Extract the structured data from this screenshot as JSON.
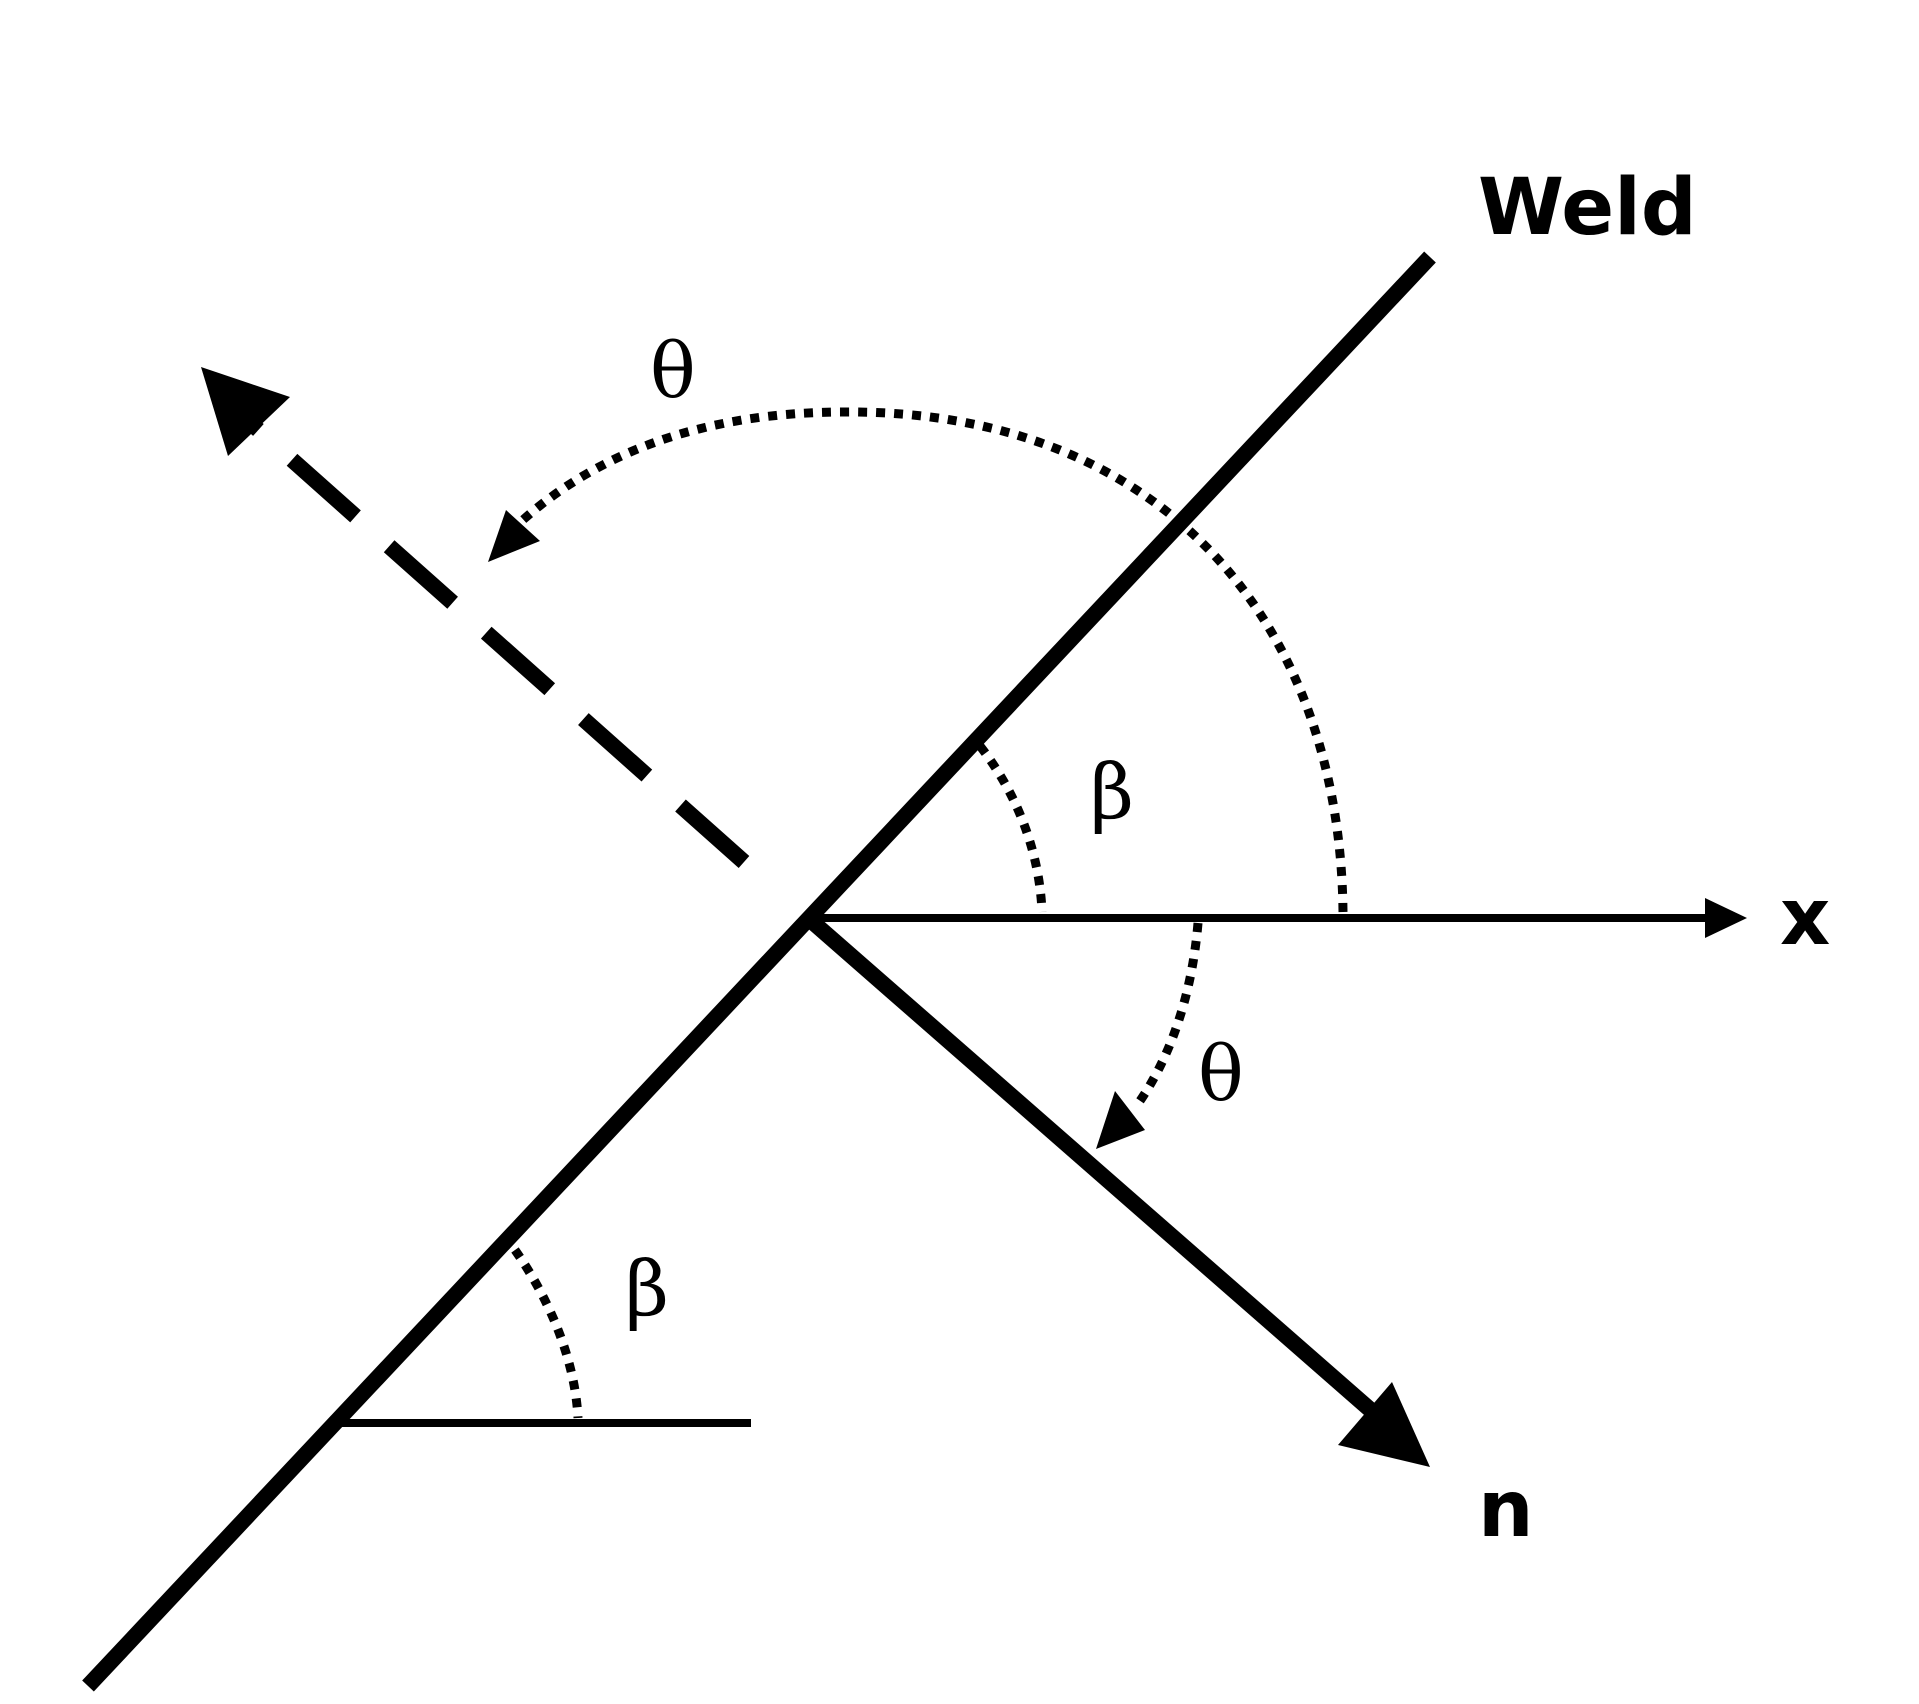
{
  "diagram": {
    "labels": {
      "weld": "Weld",
      "x_axis": "x",
      "normal": "n",
      "theta_upper": "θ",
      "theta_lower": "θ",
      "beta_upper": "β",
      "beta_lower": "β"
    },
    "colors": {
      "stroke": "#000000",
      "background": "#ffffff"
    }
  }
}
